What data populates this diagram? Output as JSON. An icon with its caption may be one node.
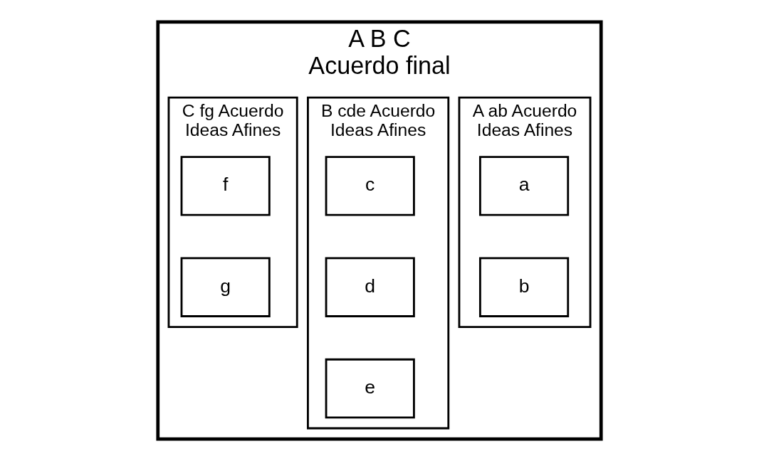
{
  "diagram": {
    "nodes": [
      {
        "text": [
          "A B C",
          "Acuerdo final"
        ]
      },
      {
        "text": [
          "A ab Acuerdo",
          "Ideas Afines"
        ],
        "in": 0
      },
      {
        "text": [
          "a"
        ],
        "in": 1
      },
      {
        "text": [
          "b"
        ],
        "in": 1
      },
      {
        "text": [
          "B cde Acuerdo",
          "Ideas Afines"
        ],
        "in": 0
      },
      {
        "text": [
          "c"
        ],
        "in": 4
      },
      {
        "text": [
          "d"
        ],
        "in": 4
      },
      {
        "text": [
          "e"
        ],
        "in": 4
      },
      {
        "text": [
          "C fg Acuerdo",
          "Ideas Afines"
        ],
        "in": 0
      },
      {
        "text": [
          "f"
        ],
        "in": 8
      },
      {
        "text": [
          "g"
        ],
        "in": 8
      }
    ]
  }
}
